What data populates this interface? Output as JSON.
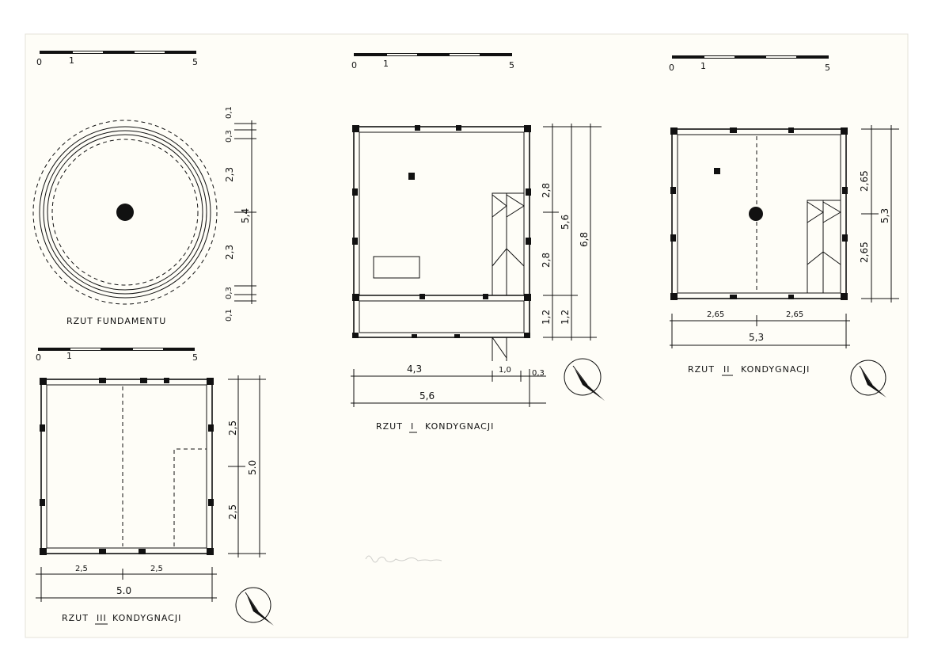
{
  "colors": {
    "ink": "#111111",
    "paper": "#fefdf7",
    "background": "#ffffff"
  },
  "scale_bars": {
    "zero": "0",
    "one": "1",
    "five": "5"
  },
  "plan_foundation": {
    "title": "RZUT FUNDAMENTU",
    "dims_right": [
      "0,1",
      "0,3",
      "2,3",
      "2,3",
      "0,3",
      "0,1"
    ],
    "total": "5,4"
  },
  "plan_1": {
    "title_left": "RZUT",
    "title_numeral": "I",
    "title_right": "KONDYGNACJI",
    "dims_right": [
      "2,8",
      "2,8",
      "1,2"
    ],
    "dims_right_total": "5,6",
    "dims_right_outer": "6,8",
    "dims_right_outer_bottom": "1,2",
    "dims_bottom": [
      "4,3",
      "1,0",
      "0,3"
    ],
    "total_bottom": "5,6"
  },
  "plan_2": {
    "title_left": "RZUT",
    "title_numeral": "II",
    "title_right": "KONDYGNACJI",
    "dims_right": [
      "2,65",
      "2,65"
    ],
    "total_right": "5,3",
    "dims_bottom": [
      "2,65",
      "2,65"
    ],
    "total_bottom": "5,3"
  },
  "plan_3": {
    "title_left": "RZUT",
    "title_numeral": "III",
    "title_right": "KONDYGNACJI",
    "dims_right": [
      "2,5",
      "2,5"
    ],
    "total_right": "5.0",
    "dims_bottom": [
      "2,5",
      "2,5"
    ],
    "total_bottom": "5.0"
  },
  "icons": {
    "north_arrow": "north-arrow-icon"
  }
}
